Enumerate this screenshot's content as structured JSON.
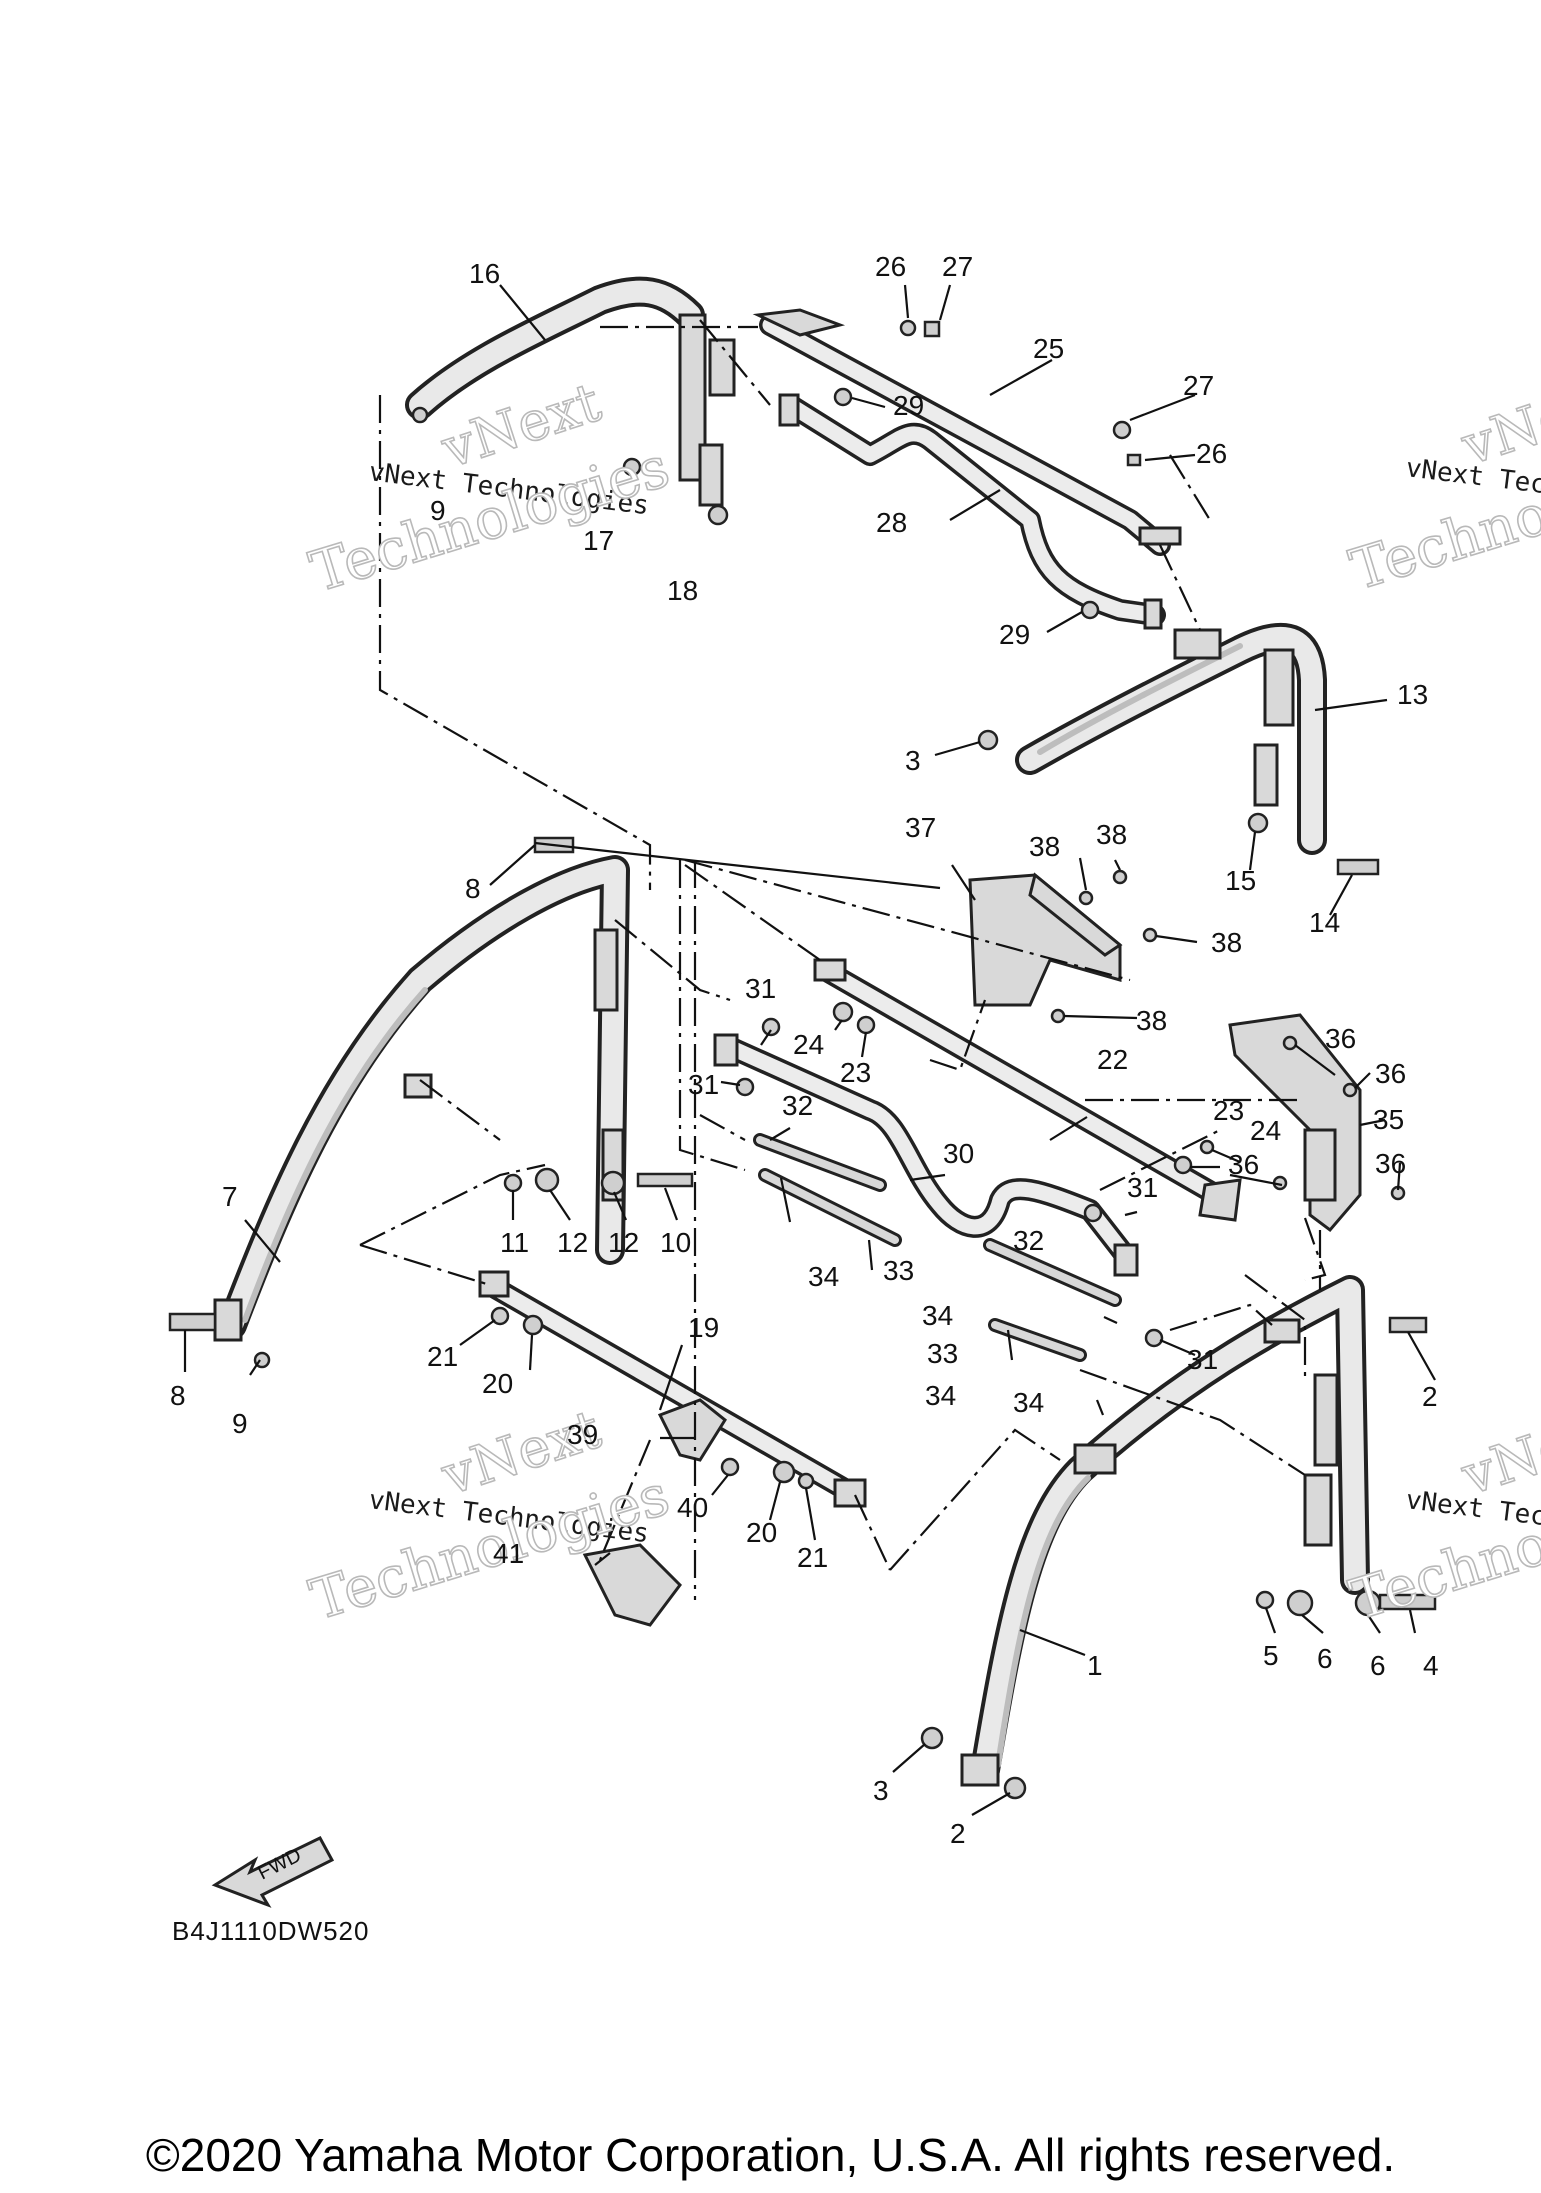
{
  "diagram_code": "B4J1110DW520",
  "copyright": "©2020 Yamaha Motor Corporation, U.S.A. All rights reserved.",
  "fwd_label": "FWD",
  "watermark": {
    "line1": "vNext",
    "line2": "Technologies",
    "caption": "vNext Technologies"
  },
  "callouts": {
    "c1": "1",
    "c2a": "2",
    "c2b": "2",
    "c3a": "3",
    "c3b": "3",
    "c4": "4",
    "c5": "5",
    "c6a": "6",
    "c6b": "6",
    "c7": "7",
    "c8a": "8",
    "c8b": "8",
    "c9a": "9",
    "c9b": "9",
    "c10": "10",
    "c11": "11",
    "c12a": "12",
    "c12b": "12",
    "c13": "13",
    "c14": "14",
    "c15": "15",
    "c16": "16",
    "c17": "17",
    "c18": "18",
    "c19": "19",
    "c20a": "20",
    "c20b": "20",
    "c21a": "21",
    "c21b": "21",
    "c22": "22",
    "c23a": "23",
    "c23b": "23",
    "c24a": "24",
    "c24b": "24",
    "c25": "25",
    "c26a": "26",
    "c26b": "26",
    "c27a": "27",
    "c27b": "27",
    "c28": "28",
    "c29a": "29",
    "c29b": "29",
    "c30": "30",
    "c31a": "31",
    "c31b": "31",
    "c31c": "31",
    "c31d": "31",
    "c32a": "32",
    "c32b": "32",
    "c33a": "33",
    "c33b": "33",
    "c34a": "34",
    "c34b": "34",
    "c34c": "34",
    "c34d": "34",
    "c35": "35",
    "c36a": "36",
    "c36b": "36",
    "c36c": "36",
    "c36d": "36",
    "c37": "37",
    "c38a": "38",
    "c38b": "38",
    "c38c": "38",
    "c38d": "38",
    "c39": "39",
    "c40": "40",
    "c41": "41"
  }
}
